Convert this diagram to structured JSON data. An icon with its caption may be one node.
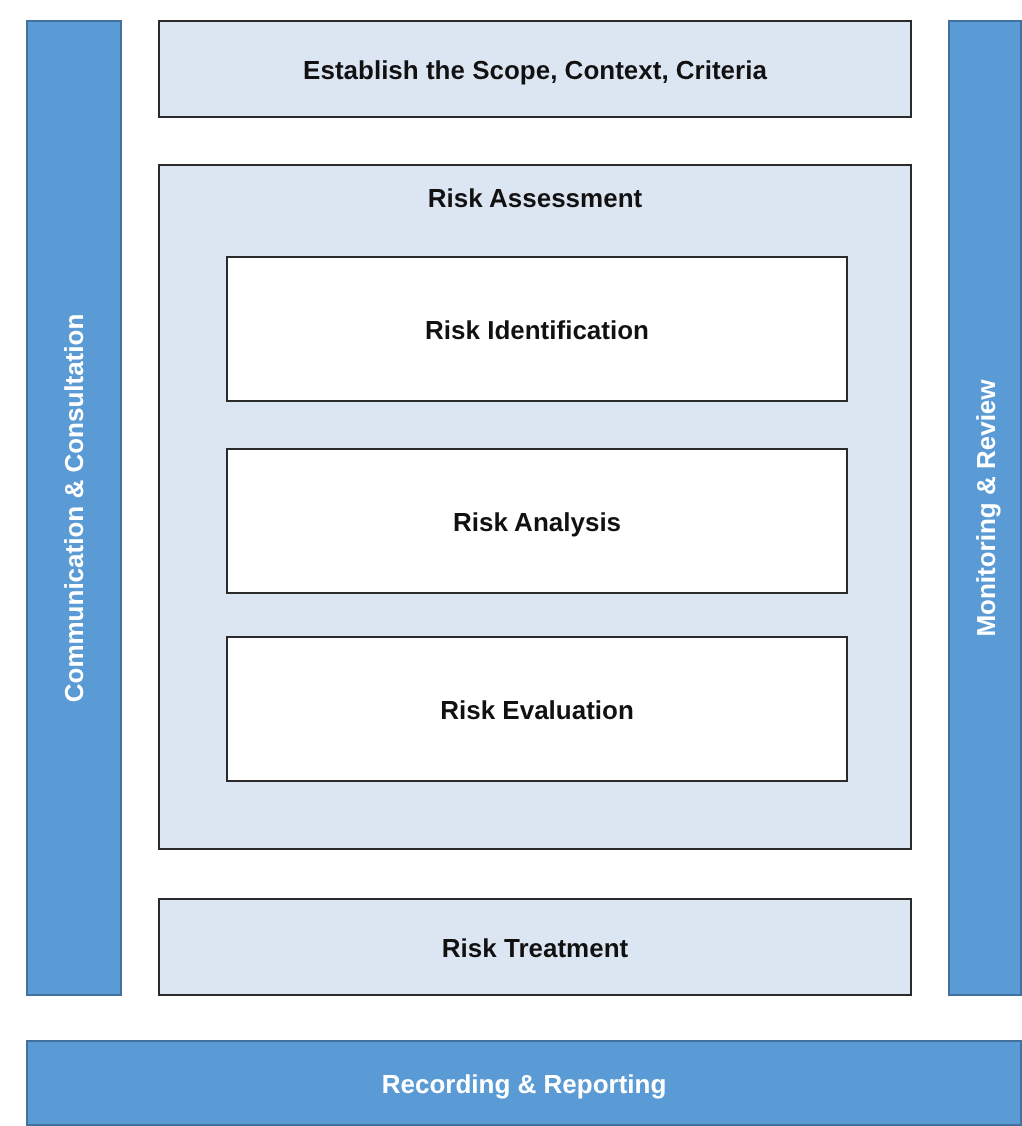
{
  "diagram": {
    "nodes": [
      {
        "text": [
          "Communication & Consultation"
        ]
      },
      {
        "text": [
          "Establish the Scope, Context, Criteria"
        ]
      },
      {
        "text": [
          "Risk Assessment"
        ]
      },
      {
        "text": [
          "Risk Identification"
        ],
        "in": 2
      },
      {
        "text": [
          "Risk Analysis"
        ],
        "in": 2
      },
      {
        "text": [
          "Risk Evaluation"
        ],
        "in": 2
      },
      {
        "text": [
          "Risk Treatment"
        ]
      },
      {
        "text": [
          "Monitoring & Review"
        ]
      },
      {
        "text": [
          "Recording & Reporting"
        ]
      }
    ]
  }
}
